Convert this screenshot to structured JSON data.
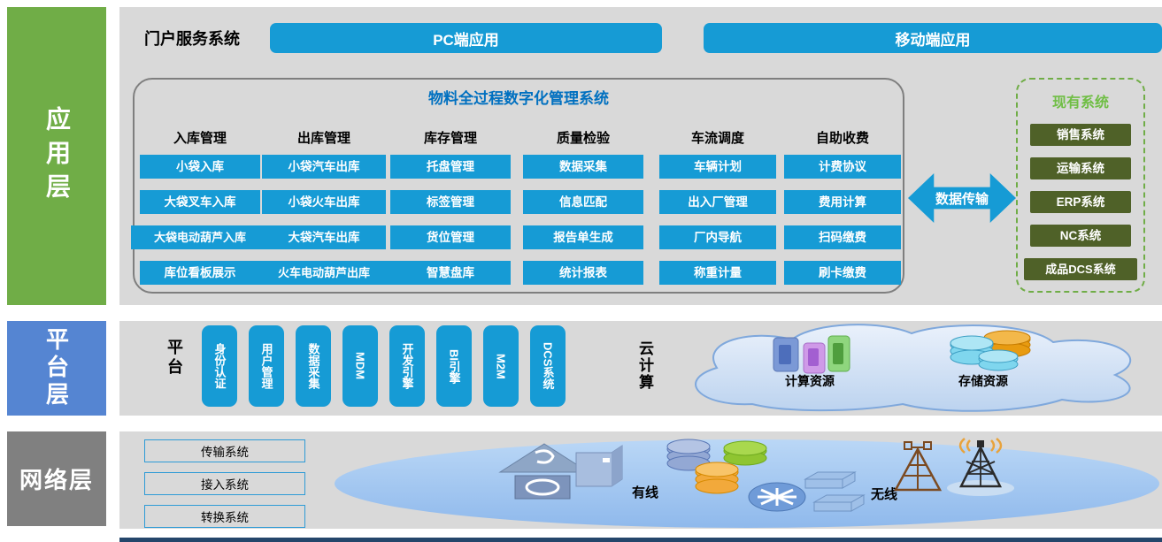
{
  "layers": {
    "application": {
      "label": "应用层",
      "color": "#70ad47"
    },
    "platform": {
      "label": "平台层",
      "color": "#5585d2"
    },
    "network": {
      "label": "网络层",
      "color": "#808080"
    }
  },
  "portal": {
    "title": "门户服务系统",
    "apps": [
      "PC端应用",
      "移动端应用"
    ]
  },
  "material_system": {
    "title": "物料全过程数字化管理系统",
    "columns": [
      {
        "header": "入库管理",
        "items": [
          "小袋入库",
          "大袋叉车入库",
          "大袋电动葫芦入库",
          "库位看板展示"
        ]
      },
      {
        "header": "出库管理",
        "items": [
          "小袋汽车出库",
          "小袋火车出库",
          "大袋汽车出库",
          "火车电动葫芦出库"
        ]
      },
      {
        "header": "库存管理",
        "items": [
          "托盘管理",
          "标签管理",
          "货位管理",
          "智慧盘库"
        ]
      },
      {
        "header": "质量检验",
        "items": [
          "数据采集",
          "信息匹配",
          "报告单生成",
          "统计报表"
        ]
      },
      {
        "header": "车流调度",
        "items": [
          "车辆计划",
          "出入厂管理",
          "厂内导航",
          "称重计量"
        ]
      },
      {
        "header": "自助收费",
        "items": [
          "计费协议",
          "费用计算",
          "扫码缴费",
          "刷卡缴费"
        ]
      }
    ]
  },
  "data_transfer": {
    "label": "数据传输"
  },
  "existing_systems": {
    "title": "现有系统",
    "items": [
      "销售系统",
      "运输系统",
      "ERP系统",
      "NC系统",
      "成品DCS系统"
    ],
    "button_color": "#4f6128",
    "title_color": "#6fbe44"
  },
  "platform": {
    "label": "平台",
    "modules": [
      "身份认证",
      "用户管理",
      "数据采集",
      "MDM",
      "开发引擎",
      "BI引擎",
      "M2M",
      "DCS系统"
    ],
    "cloud": {
      "label": "云计算",
      "resources": [
        "计算资源",
        "存储资源"
      ]
    }
  },
  "network": {
    "systems": [
      "传输系统",
      "接入系统",
      "转换系统"
    ],
    "zones": [
      "有线",
      "无线"
    ]
  },
  "icon_names": [
    "cloud-shape",
    "compute-servers-icon",
    "storage-disks-icon",
    "secure-switch-icon",
    "server-box-icon",
    "disk-stacks-icon",
    "router-cluster-icon",
    "antenna-tower-icon",
    "radio-tower-icon"
  ],
  "colors": {
    "band_gray": "#d9d9d9",
    "button_blue": "#169bd5",
    "title_blue": "#0070c0",
    "ellipse_blue": "#9cc3f0",
    "bottom_bar_navy": "#24466b"
  }
}
